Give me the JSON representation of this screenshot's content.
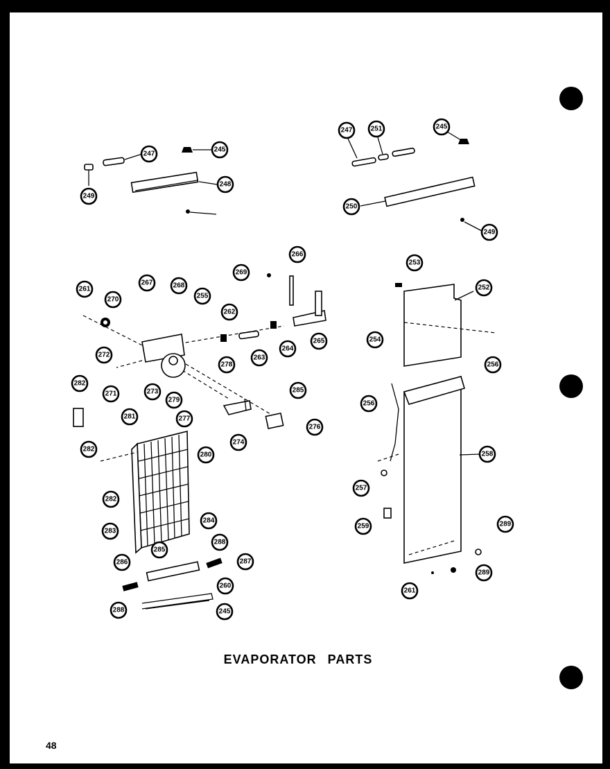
{
  "title": "EVAPORATOR PARTS",
  "page_number": "48",
  "callouts": [
    "247",
    "245",
    "248",
    "249",
    "247",
    "251",
    "245",
    "250",
    "249",
    "269",
    "266",
    "253",
    "252",
    "261",
    "267",
    "268",
    "255",
    "270",
    "262",
    "264",
    "265",
    "254",
    "256",
    "272",
    "263",
    "278",
    "282",
    "271",
    "273",
    "279",
    "285",
    "256",
    "281",
    "277",
    "276",
    "282",
    "274",
    "280",
    "258",
    "257",
    "282",
    "283",
    "284",
    "259",
    "289",
    "285",
    "288",
    "286",
    "287",
    "260",
    "289",
    "261",
    "288"
  ]
}
